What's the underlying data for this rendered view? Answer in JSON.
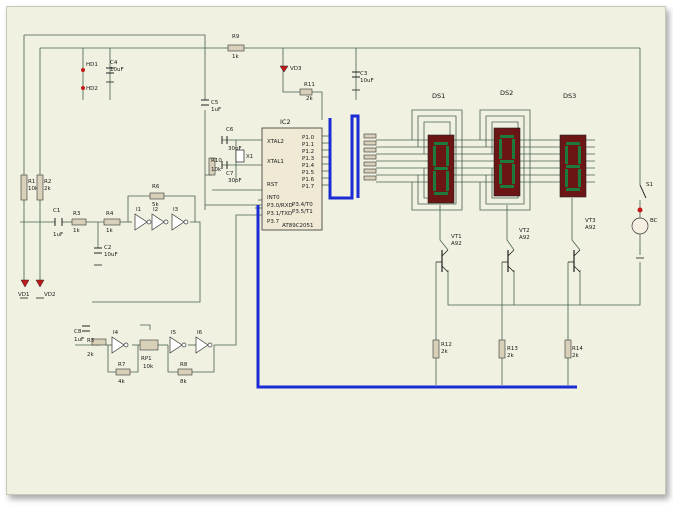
{
  "colors": {
    "background": "#f1f1e1",
    "wire": "#46604f",
    "bus": "#1a2cd6",
    "display_body": "#6b1515",
    "segment": "#1e7a3c",
    "ic_body": "#efe9d6"
  },
  "ic": {
    "ref": "IC2",
    "part": "AT89C2051",
    "pins_left": [
      "XTAL2",
      "XTAL1",
      "RST",
      "INT0",
      "P3.0/RXD",
      "P3.1/TXD",
      "P3.7"
    ],
    "pins_right": [
      "P1.0",
      "P1.1",
      "P1.2",
      "P1.3",
      "P1.4",
      "P1.5",
      "P1.6",
      "P1.7",
      "P3.4/T0",
      "P3.5/T1"
    ]
  },
  "displays": [
    {
      "ref": "DS1"
    },
    {
      "ref": "DS2"
    },
    {
      "ref": "DS3"
    }
  ],
  "transistors": [
    {
      "ref": "VT1",
      "part": "A92"
    },
    {
      "ref": "VT2",
      "part": "A92"
    },
    {
      "ref": "VT3",
      "part": "A92"
    }
  ],
  "resistors": [
    {
      "ref": "R1",
      "value": "10k"
    },
    {
      "ref": "R2",
      "value": "2k"
    },
    {
      "ref": "R3",
      "value": "1k"
    },
    {
      "ref": "R4",
      "value": "1k"
    },
    {
      "ref": "R5",
      "value": "2k"
    },
    {
      "ref": "R6",
      "value": "5k"
    },
    {
      "ref": "R7",
      "value": "4k"
    },
    {
      "ref": "R8",
      "value": "8k"
    },
    {
      "ref": "R9",
      "value": "1k"
    },
    {
      "ref": "R10",
      "value": "10k"
    },
    {
      "ref": "R11",
      "value": "2k"
    },
    {
      "ref": "R12",
      "value": "2k"
    },
    {
      "ref": "R13",
      "value": "2k"
    },
    {
      "ref": "R14",
      "value": "2k"
    }
  ],
  "capacitors": [
    {
      "ref": "C1",
      "value": "1uF"
    },
    {
      "ref": "C2",
      "value": "10uF"
    },
    {
      "ref": "C3",
      "value": "10uF"
    },
    {
      "ref": "C4",
      "value": "10uF"
    },
    {
      "ref": "C5",
      "value": "1uF"
    },
    {
      "ref": "C6",
      "value": "30pF"
    },
    {
      "ref": "C7",
      "value": "30pF"
    },
    {
      "ref": "C8",
      "value": "1uF"
    }
  ],
  "gates": [
    "I1",
    "I2",
    "I3",
    "I4",
    "I5",
    "I6"
  ],
  "others": {
    "pot": "RP1",
    "pot_value": "10k",
    "crystal": "X1",
    "led1": "VD1",
    "led2": "VD2",
    "led3": "VD3",
    "switch": "S1",
    "battery": "BC",
    "hd1": "HD1",
    "hd2": "HD2"
  }
}
